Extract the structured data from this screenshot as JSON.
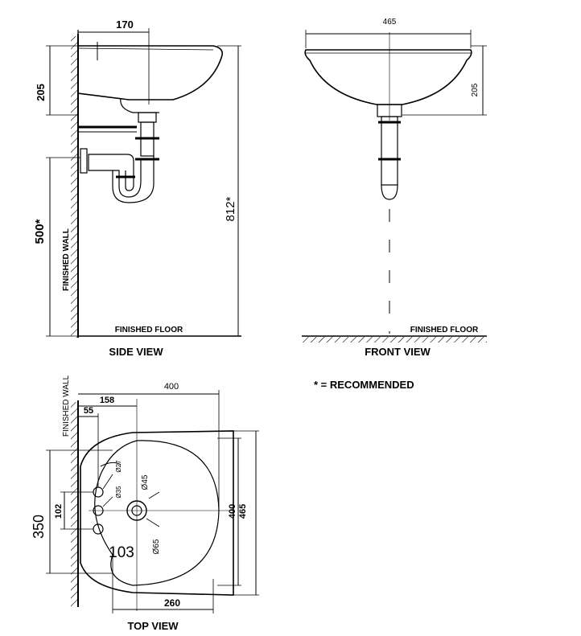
{
  "side_view": {
    "dim_width": "170",
    "dim_basin_height": "205",
    "dim_overall_height": "812*",
    "dim_drain_height": "500*",
    "wall_label": "FINISHED WALL",
    "floor_label": "FINISHED FLOOR",
    "title": "SIDE VIEW"
  },
  "front_view": {
    "dim_width": "465",
    "dim_height": "205",
    "floor_label": "FINISHED FLOOR",
    "title": "FRONT VIEW"
  },
  "note": "* = RECOMMENDED",
  "top_view": {
    "wall_label": "FINISHED WALL",
    "dim_overall_depth": "400",
    "dim_158": "158",
    "dim_55": "55",
    "dim_27": "Ø27",
    "dim_35": "Ø35",
    "dim_45": "Ø45",
    "dim_65": "Ø65",
    "dim_102": "102",
    "dim_350": "350",
    "dim_103": "103",
    "dim_bowl_width": "400",
    "dim_overall_width": "465",
    "dim_260": "260",
    "title": "TOP VIEW"
  }
}
